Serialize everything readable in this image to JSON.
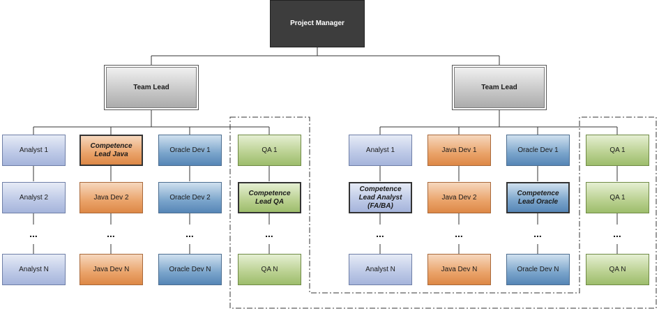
{
  "project_manager": "Project Manager",
  "team_lead_left": "Team Lead",
  "team_lead_right": "Team Lead",
  "left": {
    "analyst_1": "Analyst 1",
    "analyst_2": "Analyst 2",
    "analyst_n": "Analyst N",
    "java_lead": "Competence Lead Java",
    "java_dev_2": "Java Dev 2",
    "java_dev_n": "Java Dev N",
    "oracle_dev_1": "Oracle Dev 1",
    "oracle_dev_2": "Oracle Dev 2",
    "oracle_dev_n": "Oracle Dev N",
    "qa_1": "QA 1",
    "qa_lead": "Competence Lead QA",
    "qa_n": "QA N"
  },
  "right": {
    "analyst_1": "Analyst 1",
    "analyst_lead": "Competence Lead Analyst (FA/BA)",
    "analyst_n": "Analyst N",
    "java_dev_1": "Java Dev 1",
    "java_dev_2": "Java Dev 2",
    "java_dev_n": "Java Dev N",
    "oracle_dev_1": "Oracle Dev 1",
    "oracle_lead": "Competence Lead Oracle",
    "oracle_dev_n": "Oracle Dev N",
    "qa_1": "QA 1",
    "qa_2": "QA 1",
    "qa_n": "QA N"
  },
  "ellipsis": "..."
}
